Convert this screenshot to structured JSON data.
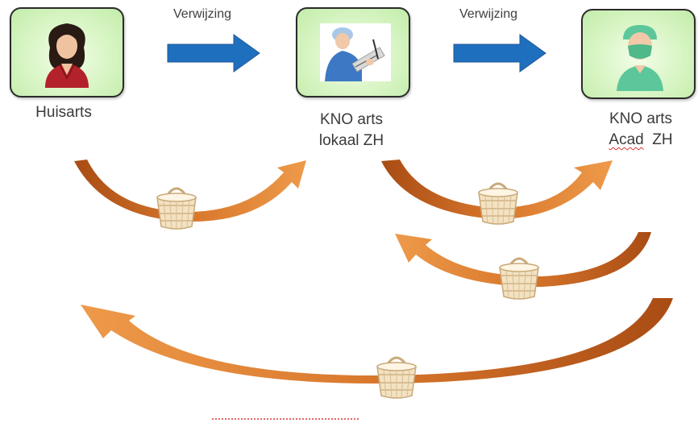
{
  "nodes": {
    "huisarts": {
      "label": "Huisarts"
    },
    "kno_lokaal": {
      "line1": "KNO arts",
      "line2": "lokaal ZH"
    },
    "kno_acad": {
      "line1": "KNO arts",
      "line2a": "Acad",
      "line2b": "ZH"
    }
  },
  "arrows": {
    "referral_1": "Verwijzing",
    "referral_2": "Verwijzing"
  },
  "colors": {
    "box_fill": "#d8f5c4",
    "referral_arrow": "#1f6fbf",
    "curve_arrow": "#c8651e"
  },
  "icons": {
    "huisarts": "female-doctor-icon",
    "kno_lokaal": "nurse-with-clipboard-icon",
    "kno_acad": "surgeon-icon",
    "basket": "basket-icon"
  }
}
